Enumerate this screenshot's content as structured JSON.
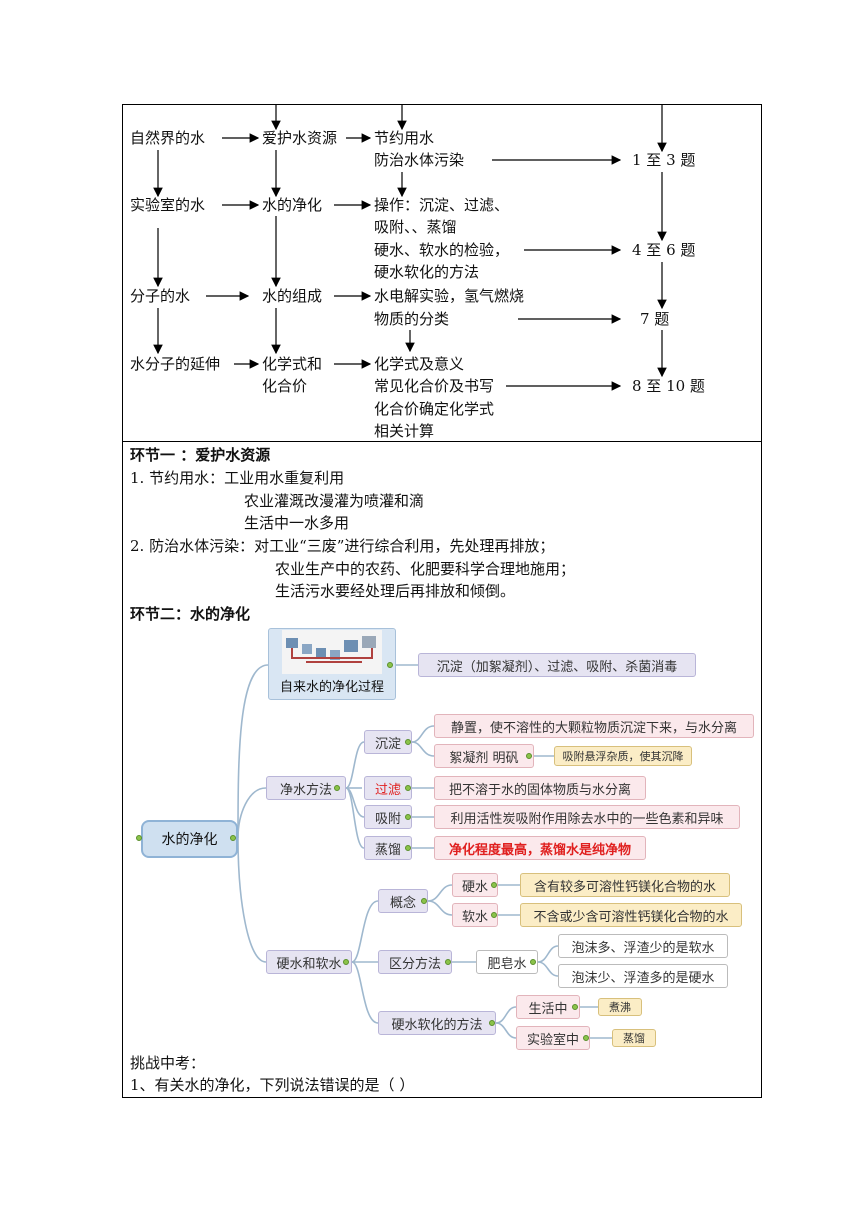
{
  "flow": {
    "r1c1": "自然界的水",
    "r1c2": "爱护水资源",
    "r1c3a": "节约用水",
    "r1c3b": "防治水体污染",
    "r1c4": "1 至 3 题",
    "r2c1": "实验室的水",
    "r2c2": "水的净化",
    "r2c3a": "操作：沉淀、过滤、",
    "r2c3b": "吸附、、蒸馏",
    "r2c3c": "硬水、软水的检验，",
    "r2c3d": "硬水软化的方法",
    "r2c4": "4 至 6 题",
    "r3c1": "分子的水",
    "r3c2": "水的组成",
    "r3c3a": "水电解实验，氢气燃烧",
    "r3c3b": "物质的分类",
    "r3c4": "7 题",
    "r4c1": "水分子的延伸",
    "r4c2a": "化学式和",
    "r4c2b": "化合价",
    "r4c3a": "化学式及意义",
    "r4c3b": "常见化合价及书写",
    "r4c3c": "化合价确定化学式",
    "r4c3d": "相关计算",
    "r4c4": "8 至 10 题"
  },
  "section1": {
    "heading": "环节一 ：爱护水资源",
    "l1": "1.  节约用水：工业用水重复利用",
    "l2": "农业灌溉改漫灌为喷灌和滴",
    "l3": "生活中一水多用",
    "l4": "2.  防治水体污染：对工业“三废”进行综合利用，先处理再排放；",
    "l5": "农业生产中的农药、化肥要科学合理地施用；",
    "l6": "生活污水要经处理后再排放和倾倒。"
  },
  "section2": {
    "heading": "环节二：水的净化"
  },
  "mindmap": {
    "root": "水的净化",
    "tap": "自来水的净化过程",
    "tap_detail": "沉淀（加絮凝剂）、过滤、吸附、杀菌消毒",
    "methods": "净水方法",
    "m_sediment": "沉淀",
    "m_sediment_1": "静置，使不溶性的大颗粒物质沉淀下来，与水分离",
    "m_sediment_2": "絮凝剂  明矾",
    "m_sediment_2_note": "吸附悬浮杂质，使其沉降",
    "m_filter": "过滤",
    "m_filter_1": "把不溶于水的固体物质与水分离",
    "m_adsorb": "吸附",
    "m_adsorb_1": "利用活性炭吸附作用除去水中的一些色素和异味",
    "m_distill": "蒸馏",
    "m_distill_1": "净化程度最高，蒸馏水是纯净物",
    "hard": "硬水和软水",
    "concept": "概念",
    "hard_water": "硬水",
    "hard_water_def": "含有较多可溶性钙镁化合物的水",
    "soft_water": "软水",
    "soft_water_def": "不含或少含可溶性钙镁化合物的水",
    "distinguish": "区分方法",
    "soap": "肥皂水",
    "soap_1": "泡沫多、浮渣少的是软水",
    "soap_2": "泡沫少、浮渣多的是硬水",
    "soften": "硬水软化的方法",
    "life": "生活中",
    "life_1": "煮沸",
    "lab": "实验室中",
    "lab_1": "蒸馏"
  },
  "challenge": {
    "title": "挑战中考：",
    "q1": "1、有关水的净化，下列说法错误的是（        ）"
  }
}
